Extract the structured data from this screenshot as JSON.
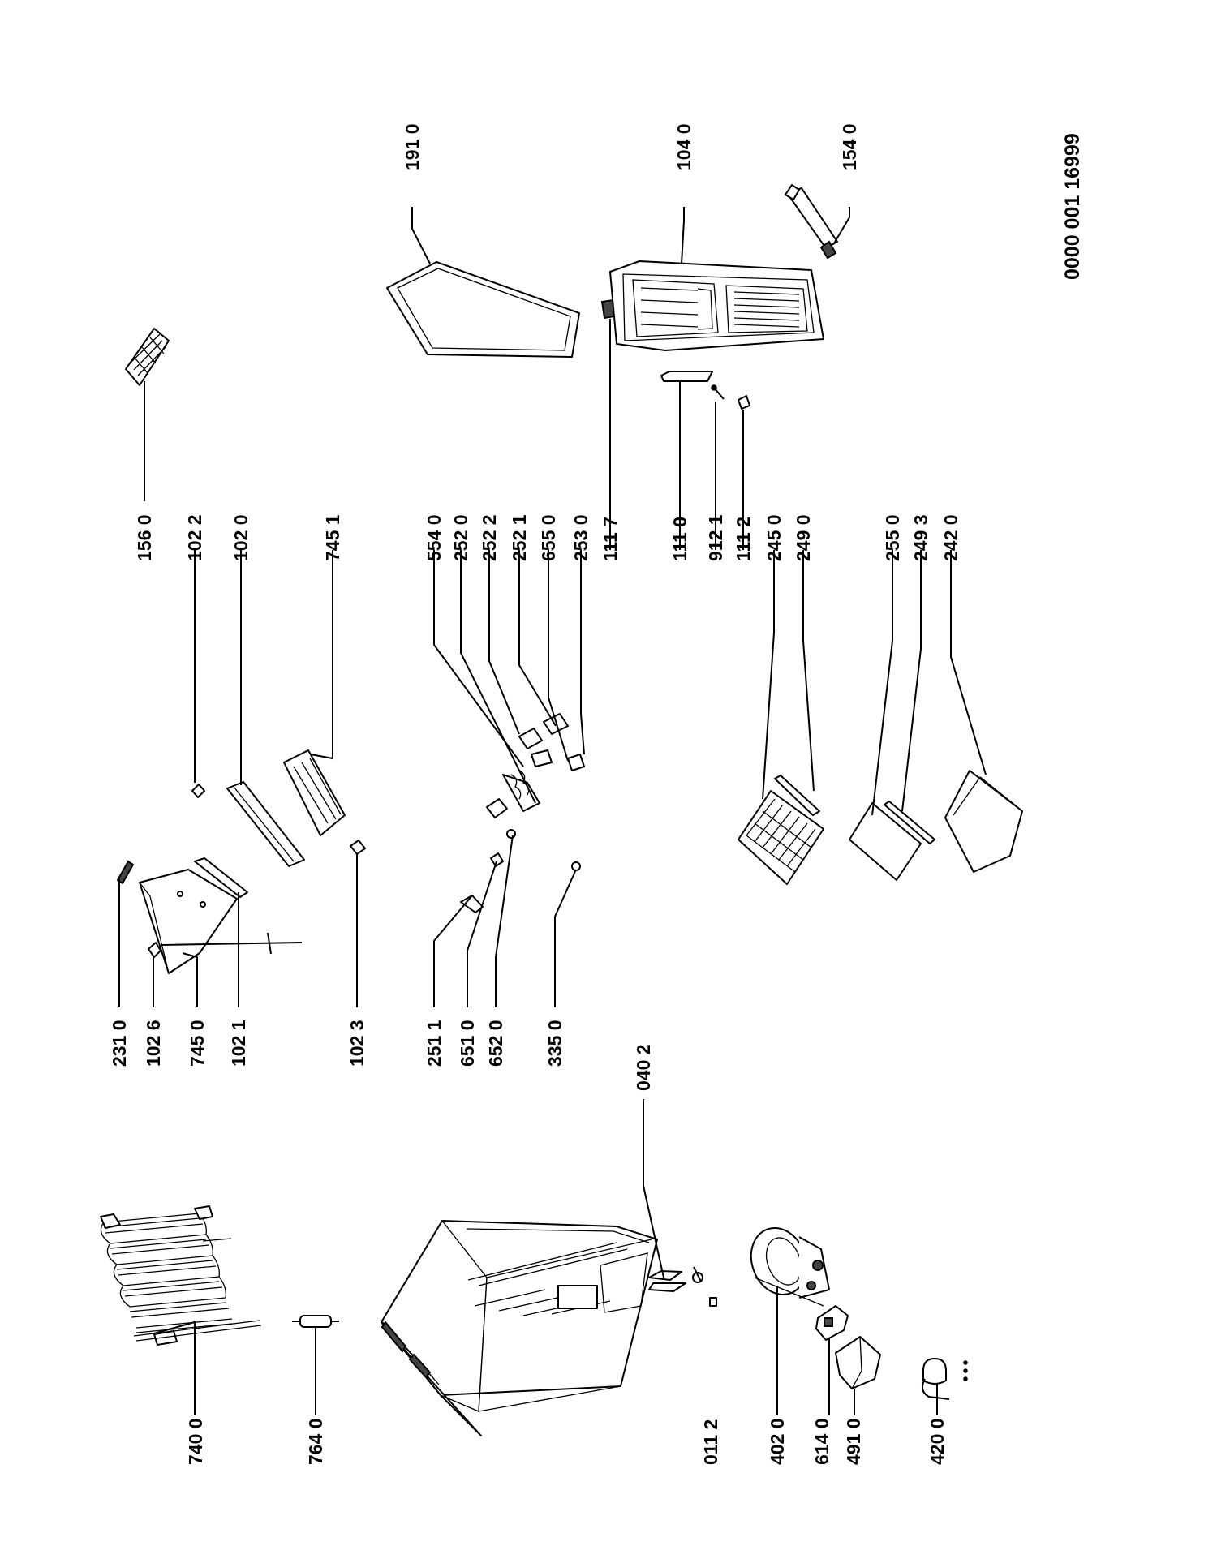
{
  "document_number": "0000 001 16999",
  "labels": {
    "p7400": "740 0",
    "p7640": "764 0",
    "p0112": "011 2",
    "p4020": "402 0",
    "p6140": "614 0",
    "p4910": "491 0",
    "p4200": "420 0",
    "p0402": "040 2",
    "p2310": "231 0",
    "p1026": "102 6",
    "p7450": "745 0",
    "p1021": "102 1",
    "p1023": "102 3",
    "p2511": "251 1",
    "p6510": "651 0",
    "p6520": "652 0",
    "p3350": "335 0",
    "p1560": "156 0",
    "p1022": "102 2",
    "p1020": "102 0",
    "p7451": "745 1",
    "p5540": "554 0",
    "p2520": "252 0",
    "p2522": "252 2",
    "p2521": "252 1",
    "p6550": "655 0",
    "p2530": "253 0",
    "p1117": "111 7",
    "p1110": "111 0",
    "p9121": "912 1",
    "p1112": "111 2",
    "p2450": "245 0",
    "p2490": "249 0",
    "p2550": "255 0",
    "p2493": "249 3",
    "p2420": "242 0",
    "p1910": "191 0",
    "p1040": "104 0",
    "p1540": "154 0"
  }
}
